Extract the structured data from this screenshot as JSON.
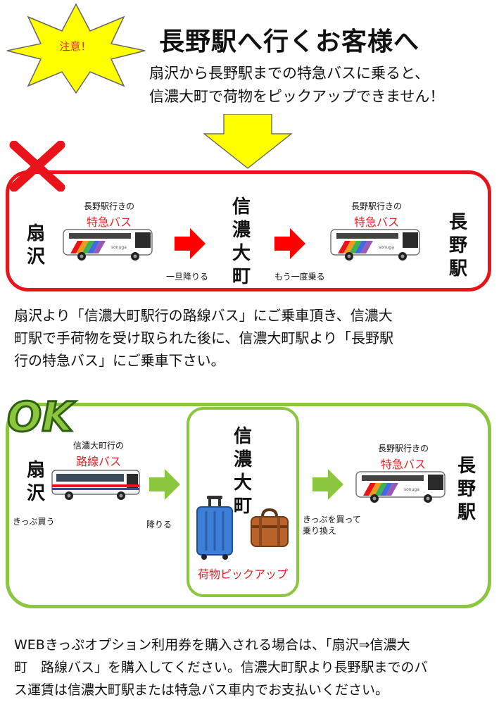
{
  "header": {
    "badge": "注意！",
    "title": "長野駅へ行くお客様へ",
    "subtitle_line1": "扇沢から長野駅までの特急バスに乗ると、",
    "subtitle_line2": "信濃大町で荷物をピックアップできません！"
  },
  "ng_section": {
    "origin": "扇沢",
    "bus1_line1": "長野駅行きの",
    "bus1_line2": "特急バス",
    "step1": "一旦降りる",
    "mid_station": "信濃大町",
    "step2": "もう一度乗る",
    "bus2_line1": "長野駅行きの",
    "bus2_line2": "特急バス",
    "destination": "長野駅"
  },
  "middle_text": {
    "line1": "扇沢より「信濃大町駅行の路線バス」にご乗車頂き、信濃大",
    "line2": "町駅で手荷物を受け取られた後に、信濃大町駅より「長野駅",
    "line3": "行の特急バス」にご乗車下さい。"
  },
  "ok_section": {
    "logo": "OK",
    "origin": "扇沢",
    "origin_note": "きっぷ買う",
    "bus1_line1": "信濃大町行の",
    "bus1_line2": "路線バス",
    "step1": "降りる",
    "mid_station": "信濃大町",
    "pickup": "荷物ピックアップ",
    "step2_line1": "きっぷを買って",
    "step2_line2": "乗り換え",
    "bus2_line1": "長野駅行きの",
    "bus2_line2": "特急バス",
    "destination": "長野駅"
  },
  "bottom_text": {
    "line1": "WEBきっぷオプション利用券を購入される場合は、「扇沢⇒信濃大",
    "line2": "町　路線バス」を購入してください。信濃大町駅より長野駅までのバ",
    "line3": "ス運賃は信濃大町駅または特急バス車内でお支払いください。"
  },
  "colors": {
    "warning_red": "#e8131b",
    "ok_green": "#8cc63f",
    "star_yellow": "#ffff00",
    "caption_red": "#e0242a"
  },
  "icons": [
    "warning-star-icon",
    "x-mark-icon",
    "down-arrow-icon",
    "red-right-arrow-icon",
    "green-right-arrow-icon",
    "express-bus-icon",
    "route-bus-icon",
    "suitcase-icon",
    "luggage-bag-icon",
    "ok-logo-icon"
  ]
}
